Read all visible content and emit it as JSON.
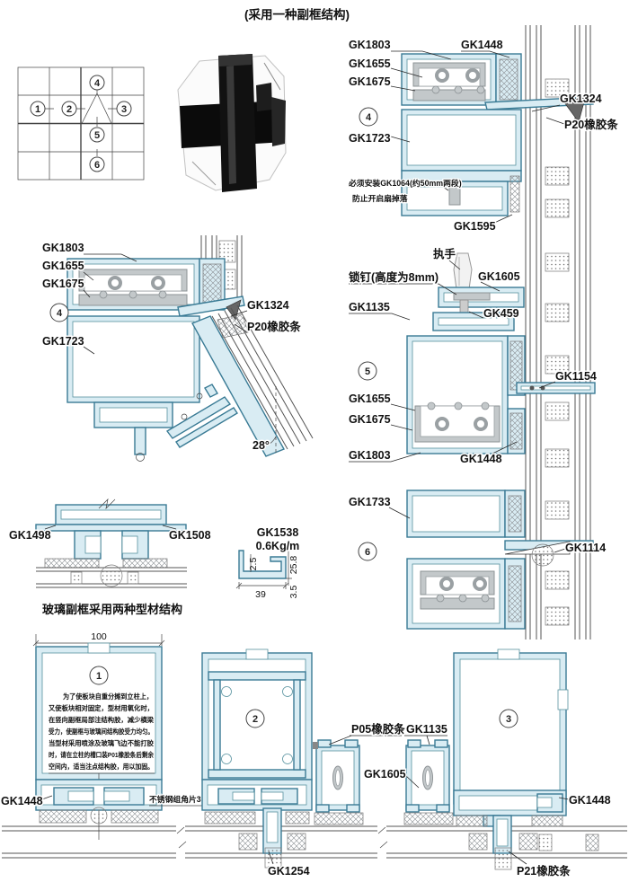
{
  "title": "(采用一种副框结构)",
  "key_plan": {
    "c1": "1",
    "c2": "2",
    "c3": "3",
    "c4": "4",
    "c5": "5",
    "c6": "6"
  },
  "sec4_top": {
    "num": "4",
    "gk1803": "GK1803",
    "gk1448": "GK1448",
    "gk1655": "GK1655",
    "gk1675": "GK1675",
    "gk1324": "GK1324",
    "p20": "P20橡胶条",
    "gk1723": "GK1723",
    "note1": "必须安装GK1064(约50mm两段)",
    "note2": "防止开启扇掉落",
    "gk1595": "GK1595"
  },
  "sec4_left": {
    "num": "4",
    "gk1803": "GK1803",
    "gk1655": "GK1655",
    "gk1675": "GK1675",
    "gk1723": "GK1723",
    "gk1324": "GK1324",
    "p20": "P20橡胶条",
    "angle": "28°"
  },
  "sec5": {
    "num": "5",
    "handle": "执手",
    "lock": "锁钉(高度为8mm)",
    "gk1605": "GK1605",
    "gk1135": "GK1135",
    "gk459": "GK459",
    "gk1154": "GK1154",
    "gk1655": "GK1655",
    "gk1675": "GK1675",
    "gk1803": "GK1803",
    "gk1448": "GK1448"
  },
  "sec6": {
    "num": "6",
    "gk1733": "GK1733",
    "gk1114": "GK1114"
  },
  "subframe": {
    "gk1498": "GK1498",
    "gk1508": "GK1508",
    "caption": "玻璃副框采用两种型材结构"
  },
  "gk1538": {
    "name": "GK1538",
    "weight": "0.6Kg/m",
    "d_25": "2.5",
    "d_258": "25.8",
    "d_39": "39",
    "d_35": "3.5"
  },
  "bottom": {
    "dim100": "100",
    "num1": "1",
    "num2": "2",
    "num3": "3",
    "gk1448_left": "GK1448",
    "corner": "不锈钢组角片3",
    "p05": "P05橡胶条",
    "gk1135": "GK1135",
    "gk1605": "GK1605",
    "gk1254": "GK1254",
    "gk1448_right": "GK1448",
    "p21": "P21橡胶条",
    "note": [
      "为了使板块自重分摊到立柱上，",
      "又使板块相对固定，型材用氧化时，",
      "在竖向副框局部注结构胶，减少横梁",
      "受力，使副框与玻璃间结构胶受力均匀。",
      "当型材采用喷涂及玻璃飞边不能打胶",
      "时，请在立柱的槽口装P01橡胶条后剩余",
      "空间内，适当注点结构胶，用以加固。"
    ]
  }
}
